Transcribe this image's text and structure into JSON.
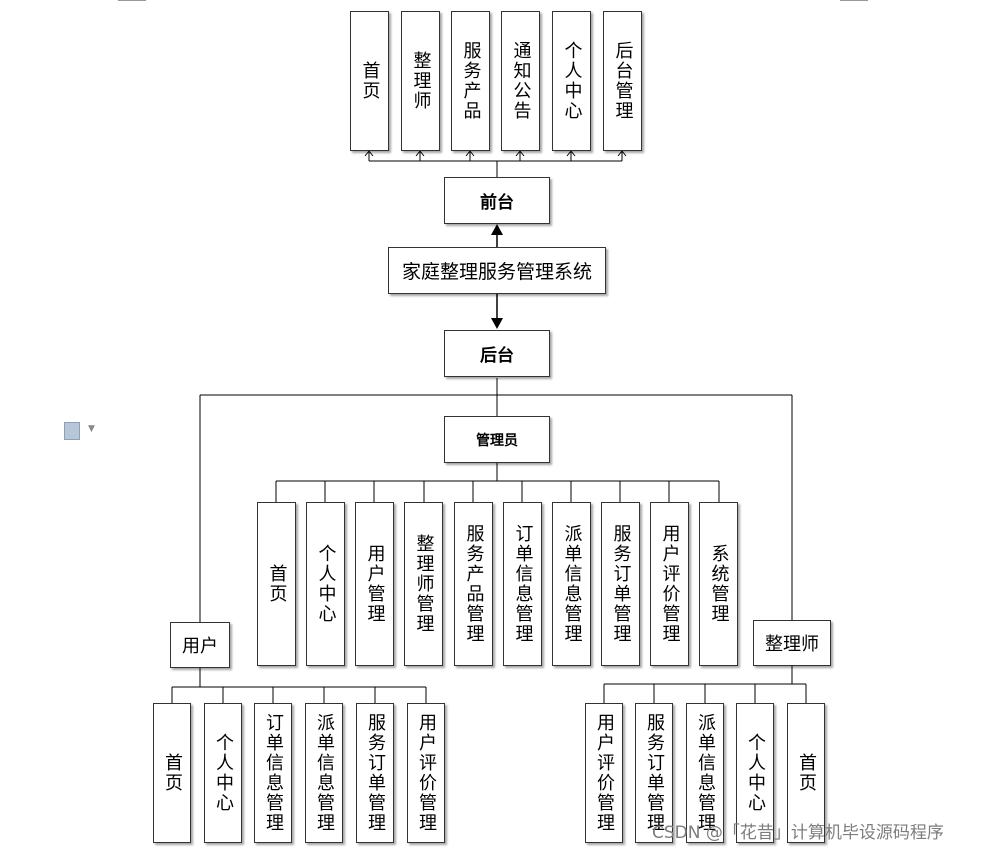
{
  "root": {
    "label": "家庭整理服务管理系统"
  },
  "front": {
    "label": "前台",
    "items": [
      "首页",
      "整理师",
      "服务产品",
      "通知公告",
      "个人中心",
      "后台管理"
    ]
  },
  "back": {
    "label": "后台"
  },
  "admin": {
    "label": "管理员",
    "items": [
      "首页",
      "个人中心",
      "用户管理",
      "整理师管理",
      "服务产品管理",
      "订单信息管理",
      "派单信息管理",
      "服务订单管理",
      "用户评价管理",
      "系统管理"
    ]
  },
  "user": {
    "label": "用户",
    "items": [
      "首页",
      "个人中心",
      "订单信息管理",
      "派单信息管理",
      "服务订单管理",
      "用户评价管理"
    ]
  },
  "organizer": {
    "label": "整理师",
    "items": [
      "用户评价管理",
      "服务订单管理",
      "派单信息管理",
      "个人中心",
      "首页"
    ]
  },
  "watermark": "CSDN @「花昔」计算机毕设源码程序"
}
